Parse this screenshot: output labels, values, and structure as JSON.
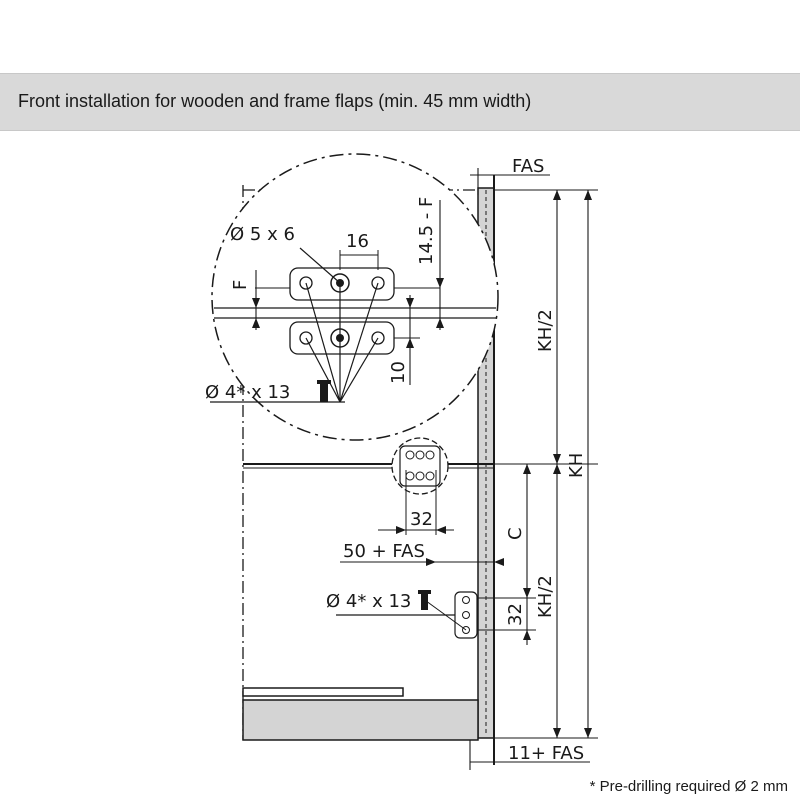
{
  "header": {
    "title": "Front installation for wooden and frame flaps (min. 45 mm width)"
  },
  "labels": {
    "fas_top": "FAS",
    "dia_5x6": "Ø 5 x 6",
    "dim_16": "16",
    "dim_14_5_f": "14.5 - F",
    "dim_f": "F",
    "dim_10": "10",
    "dia_4x13_upper": "Ø 4* x 13",
    "kh_half_upper": "KH/2",
    "kh": "KH",
    "dim_32_upper": "32",
    "dim_50_fas": "50 + FAS",
    "dim_c": "C",
    "dia_4x13_lower": "Ø 4* x 13",
    "dim_32_lower": "32",
    "kh_half_lower": "KH/2",
    "dim_11_fas": "11+ FAS"
  },
  "footnote": "* Pre-drilling required Ø 2 mm"
}
